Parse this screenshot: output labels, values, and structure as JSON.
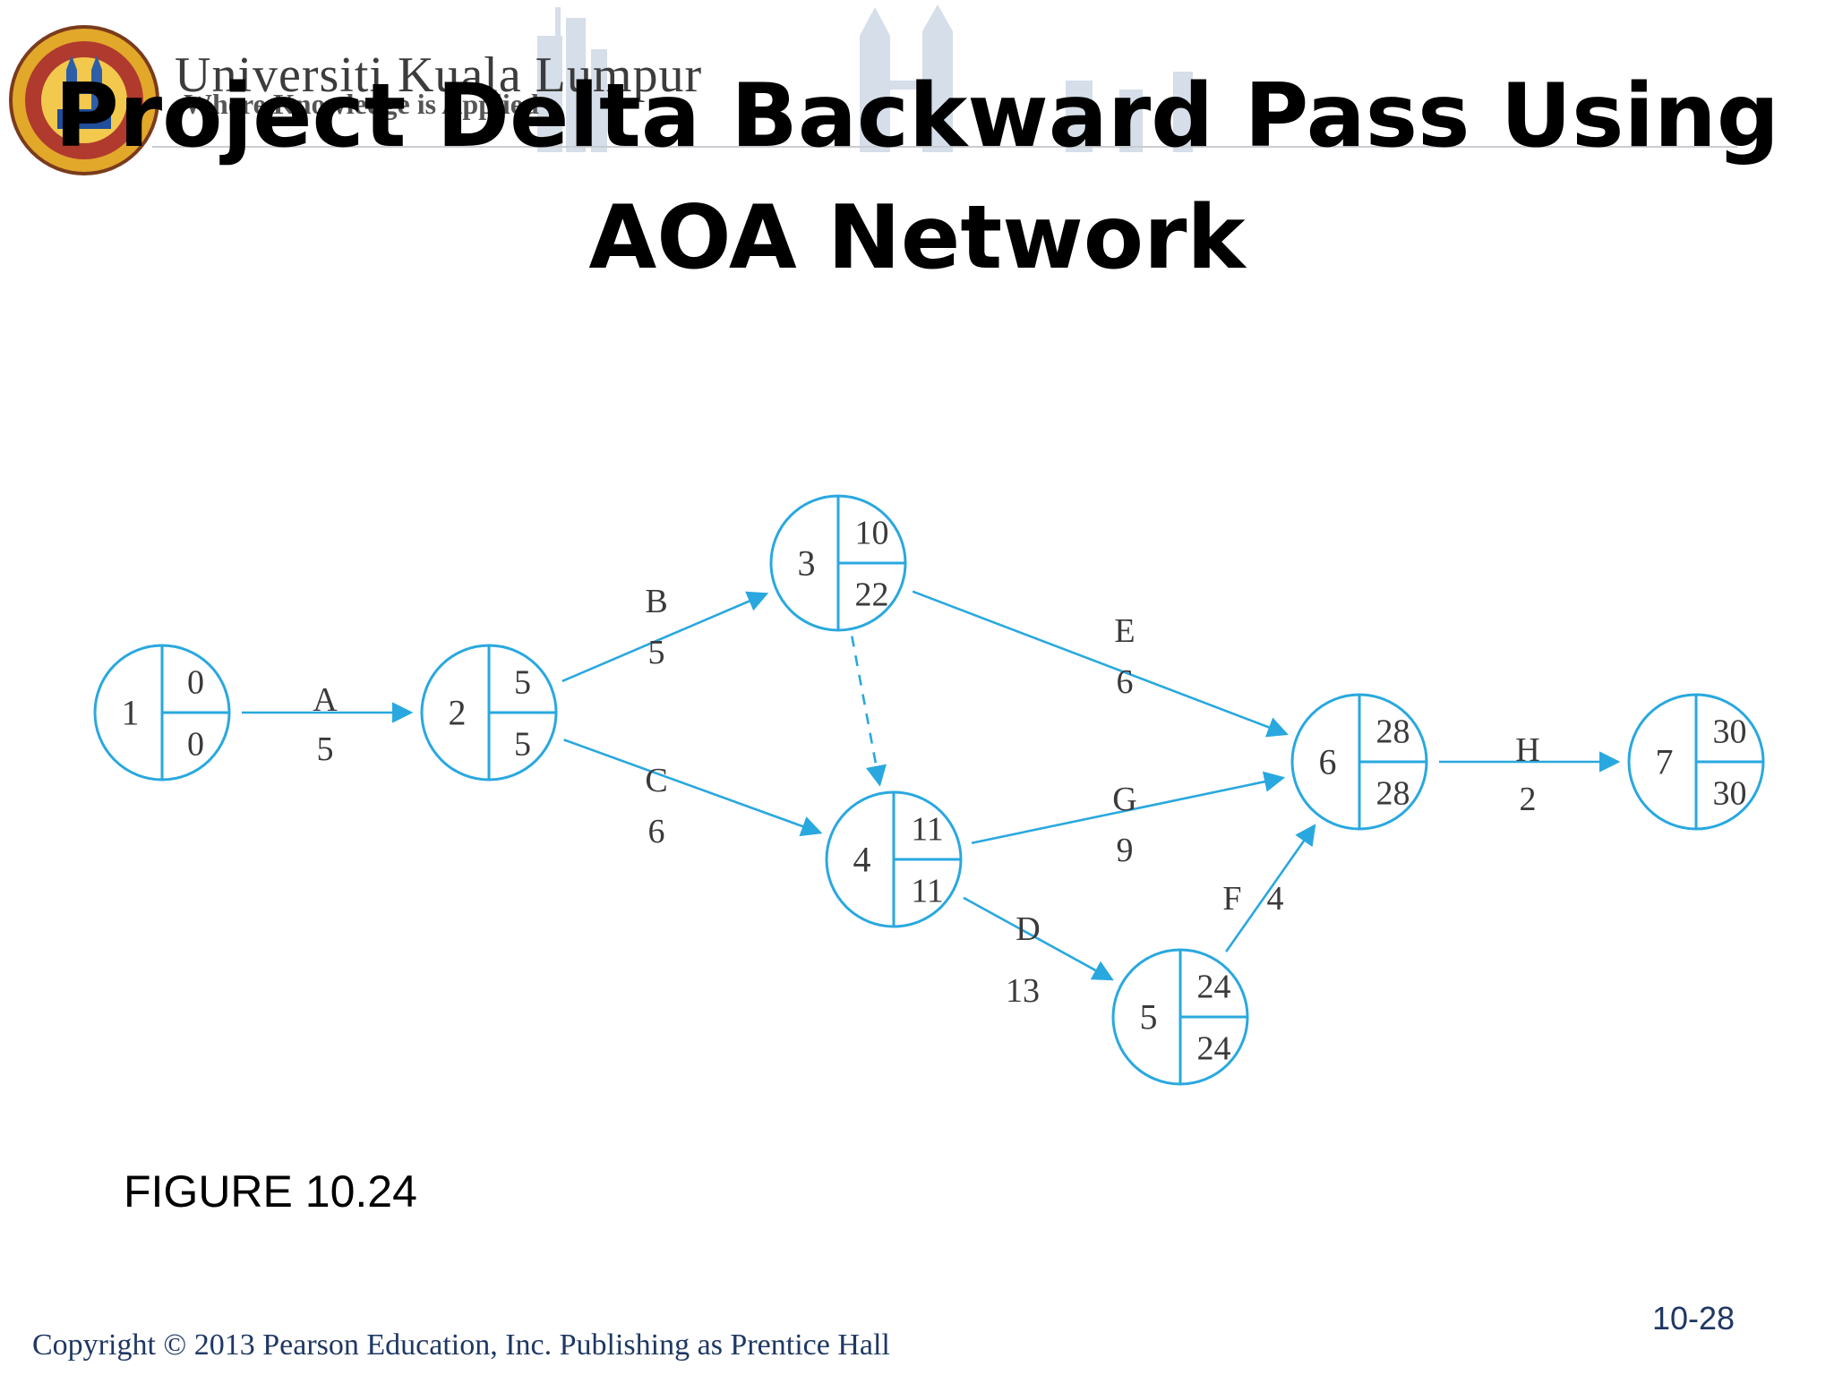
{
  "header": {
    "university_name": "Universiti Kuala Lumpur",
    "tagline": "Where Knowledge is Applied"
  },
  "title": {
    "line1": "Project Delta Backward Pass Using",
    "line2": "AOA Network"
  },
  "network": {
    "nodes": [
      {
        "id": "1",
        "top": "0",
        "bottom": "0"
      },
      {
        "id": "2",
        "top": "5",
        "bottom": "5"
      },
      {
        "id": "3",
        "top": "10",
        "bottom": "22"
      },
      {
        "id": "4",
        "top": "11",
        "bottom": "11"
      },
      {
        "id": "5",
        "top": "24",
        "bottom": "24"
      },
      {
        "id": "6",
        "top": "28",
        "bottom": "28"
      },
      {
        "id": "7",
        "top": "30",
        "bottom": "30"
      }
    ],
    "activities": [
      {
        "from": "1",
        "to": "2",
        "label": "A",
        "duration": "5"
      },
      {
        "from": "2",
        "to": "3",
        "label": "B",
        "duration": "5"
      },
      {
        "from": "2",
        "to": "4",
        "label": "C",
        "duration": "6"
      },
      {
        "from": "4",
        "to": "5",
        "label": "D",
        "duration": "13"
      },
      {
        "from": "3",
        "to": "6",
        "label": "E",
        "duration": "6"
      },
      {
        "from": "5",
        "to": "6",
        "label": "F",
        "duration": "4"
      },
      {
        "from": "4",
        "to": "6",
        "label": "G",
        "duration": "9"
      },
      {
        "from": "6",
        "to": "7",
        "label": "H",
        "duration": "2"
      }
    ],
    "dummies": [
      {
        "from": "3",
        "to": "4"
      }
    ],
    "colors": {
      "line": "#29a8df",
      "text": "#3a3a3a"
    }
  },
  "figure_label": "FIGURE 10.24",
  "page_number": "10-28",
  "copyright": "Copyright © 2013 Pearson Education, Inc. Publishing as Prentice Hall"
}
